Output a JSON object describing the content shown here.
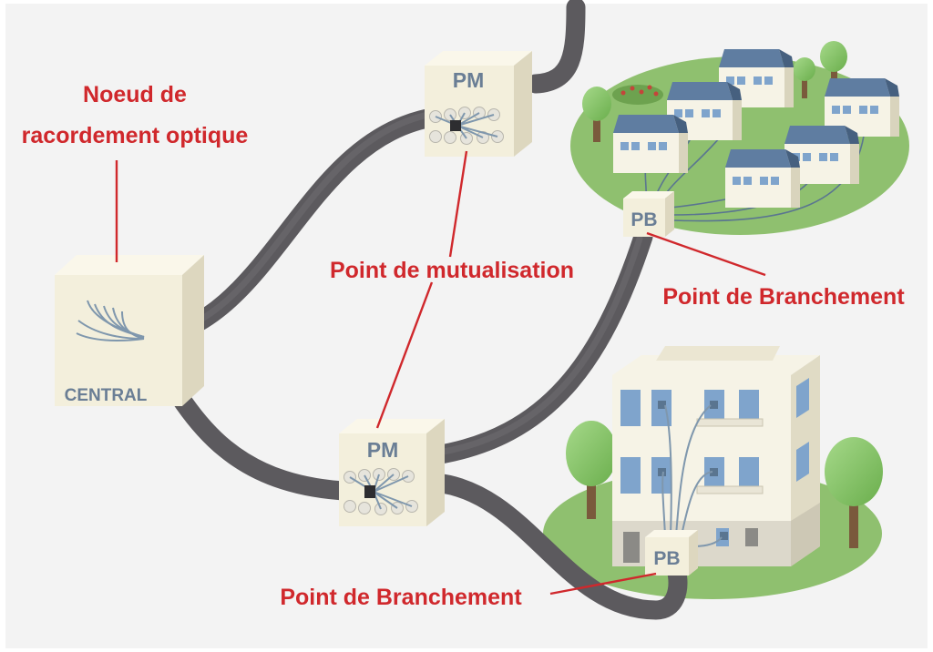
{
  "labels": {
    "noeud_line1": "Noeud de",
    "noeud_line2": "racordement optique",
    "point_mutualisation": "Point de mutualisation",
    "point_branchement_right": "Point de Branchement",
    "point_branchement_bottom": "Point de Branchement"
  },
  "boxes": {
    "central": "CENTRAL",
    "pm_top": "PM",
    "pm_bottom": "PM",
    "pb_houses": "PB",
    "pb_building": "PB"
  },
  "colors": {
    "label_red": "#d0282c",
    "cable_gray": "#5c5a5e",
    "box_cream": "#f3efdc",
    "grass_green": "#8fc06f",
    "roof_blue": "#5f7da1",
    "window_blue": "#7fa4cc",
    "fiber_blue": "#7f97ad",
    "tree_green": "#7dbf5c"
  },
  "icons": {
    "central": "central-office-box",
    "pm": "mutualisation-box",
    "pb": "branch-box",
    "house": "house-icon",
    "building": "apartment-building-icon",
    "tree": "tree-icon"
  }
}
